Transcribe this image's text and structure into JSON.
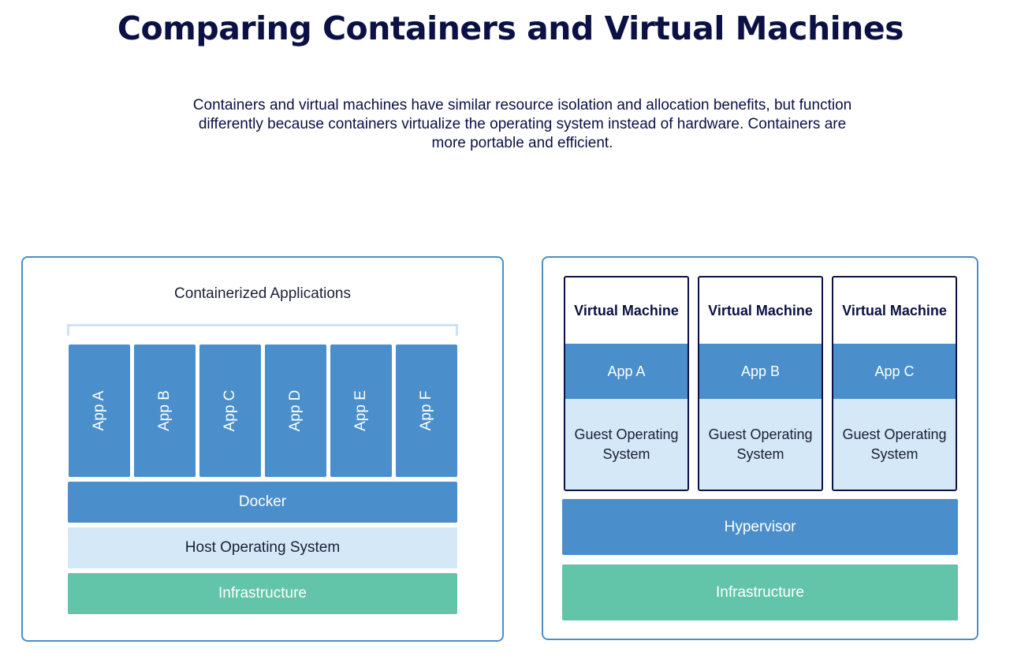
{
  "title": "Comparing Containers and Virtual Machines",
  "subtitle": "Containers and virtual machines have similar resource isolation and allocation benefits, but function differently because containers virtualize the operating system instead of hardware. Containers are more portable and efficient.",
  "containers": {
    "label": "Containerized Applications",
    "apps": [
      "App A",
      "App B",
      "App C",
      "App D",
      "App E",
      "App F"
    ],
    "docker": "Docker",
    "host_os": "Host Operating System",
    "infrastructure": "Infrastructure"
  },
  "vms": {
    "machines": [
      {
        "title": "Virtual Machine",
        "app": "App A",
        "os": "Guest Operating System"
      },
      {
        "title": "Virtual Machine",
        "app": "App B",
        "os": "Guest Operating System"
      },
      {
        "title": "Virtual Machine",
        "app": "App C",
        "os": "Guest Operating System"
      }
    ],
    "hypervisor": "Hypervisor",
    "infrastructure": "Infrastructure"
  },
  "colors": {
    "navy": "#0b1144",
    "blue": "#4a8fcc",
    "light_blue": "#d4e8f8",
    "green": "#62c4a8",
    "border": "#4a8fc9"
  }
}
